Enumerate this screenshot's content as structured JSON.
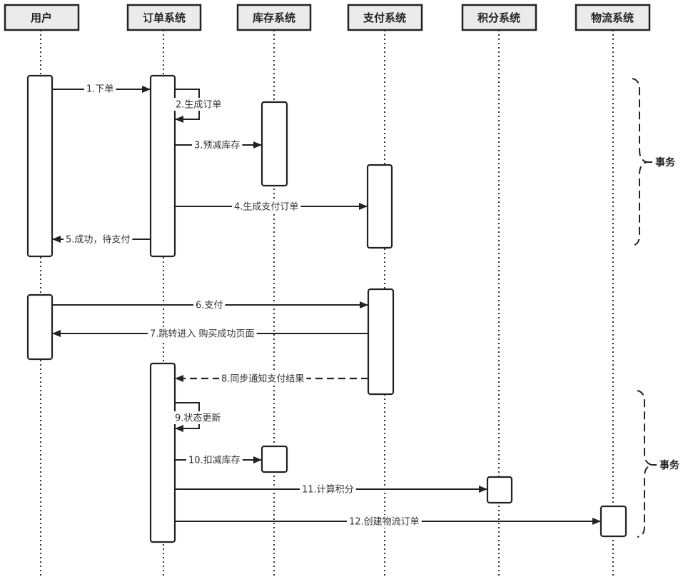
{
  "diagram": {
    "type": "sequence",
    "participants": [
      {
        "id": "user",
        "label": "用户"
      },
      {
        "id": "order",
        "label": "订单系统"
      },
      {
        "id": "inventory",
        "label": "库存系统"
      },
      {
        "id": "payment",
        "label": "支付系统"
      },
      {
        "id": "points",
        "label": "积分系统"
      },
      {
        "id": "logistics",
        "label": "物流系统"
      }
    ],
    "messages": [
      {
        "label": "1.下单",
        "from": "user",
        "to": "order",
        "style": "solid"
      },
      {
        "label": "2.生成订单",
        "from": "order",
        "to": "order",
        "style": "self"
      },
      {
        "label": "3.预减库存",
        "from": "order",
        "to": "inventory",
        "style": "solid"
      },
      {
        "label": "4.生成支付订单",
        "from": "order",
        "to": "payment",
        "style": "solid"
      },
      {
        "label": "5.成功，待支付",
        "from": "order",
        "to": "user",
        "style": "solid"
      },
      {
        "label": "6.支付",
        "from": "user",
        "to": "payment",
        "style": "solid"
      },
      {
        "label": "7.跳转进入 购买成功页面",
        "from": "payment",
        "to": "user",
        "style": "solid"
      },
      {
        "label": "8.同步通知支付结果",
        "from": "payment",
        "to": "order",
        "style": "dashed"
      },
      {
        "label": "9.状态更新",
        "from": "order",
        "to": "order",
        "style": "self"
      },
      {
        "label": "10.扣减库存",
        "from": "order",
        "to": "inventory",
        "style": "solid"
      },
      {
        "label": "11.计算积分",
        "from": "order",
        "to": "points",
        "style": "solid"
      },
      {
        "label": "12.创建物流订单",
        "from": "order",
        "to": "logistics",
        "style": "solid"
      }
    ],
    "groups": [
      {
        "label": "事务",
        "covers_messages": "1-5"
      },
      {
        "label": "事务",
        "covers_messages": "9-12"
      }
    ]
  }
}
